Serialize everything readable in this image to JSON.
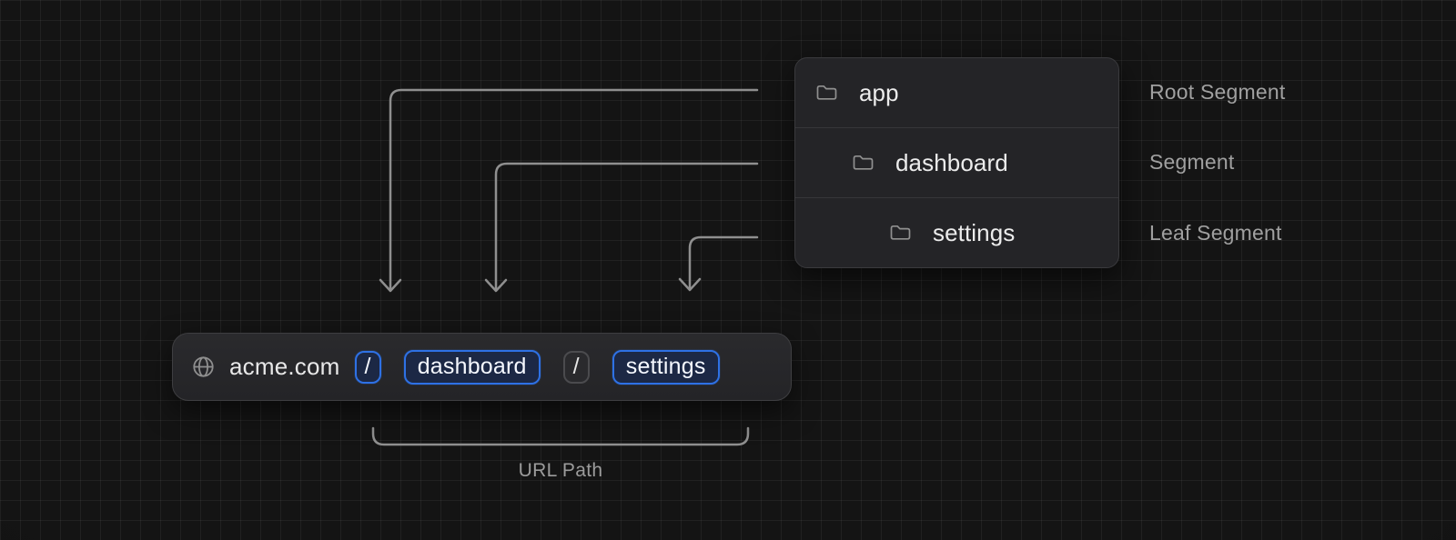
{
  "tree_panel": {
    "rows": [
      {
        "name": "app",
        "icon": "folder-icon",
        "annotation": "Root Segment"
      },
      {
        "name": "dashboard",
        "icon": "folder-icon",
        "annotation": "Segment"
      },
      {
        "name": "settings",
        "icon": "folder-icon",
        "annotation": "Leaf Segment"
      }
    ]
  },
  "url_bar": {
    "site_icon": "globe-icon",
    "domain": "acme.com",
    "segments": [
      {
        "text": "/",
        "highlighted": true
      },
      {
        "text": "dashboard",
        "highlighted": true
      },
      {
        "text": "/",
        "highlighted": false
      },
      {
        "text": "settings",
        "highlighted": true
      }
    ]
  },
  "bracket": {
    "label": "URL Path"
  },
  "colors": {
    "background": "#141414",
    "grid_line": "#212121",
    "panel_background": "#242427",
    "accent_blue": "#2e71e5",
    "highlight_chip_background": "#1c2845",
    "muted_chip_border": "#4b4b4e",
    "arrow_gray": "#8f8f8f",
    "text_primary": "#ececec",
    "text_secondary": "#a0a0a0"
  }
}
